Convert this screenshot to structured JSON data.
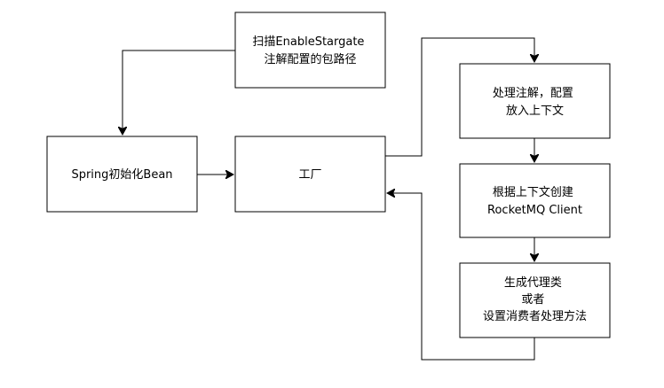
{
  "nodes": {
    "scan": {
      "lines": [
        "扫描EnableStargate",
        "注解配置的包路径"
      ]
    },
    "spring_init": {
      "lines": [
        "Spring初始化Bean"
      ]
    },
    "factory": {
      "lines": [
        "工厂"
      ]
    },
    "process_annotation": {
      "lines": [
        "处理注解，配置",
        "放入上下文"
      ]
    },
    "create_client": {
      "lines": [
        "根据上下文创建",
        "RocketMQ Client"
      ]
    },
    "generate_proxy": {
      "lines": [
        "生成代理类",
        "或者",
        "设置消费者处理方法"
      ]
    }
  }
}
